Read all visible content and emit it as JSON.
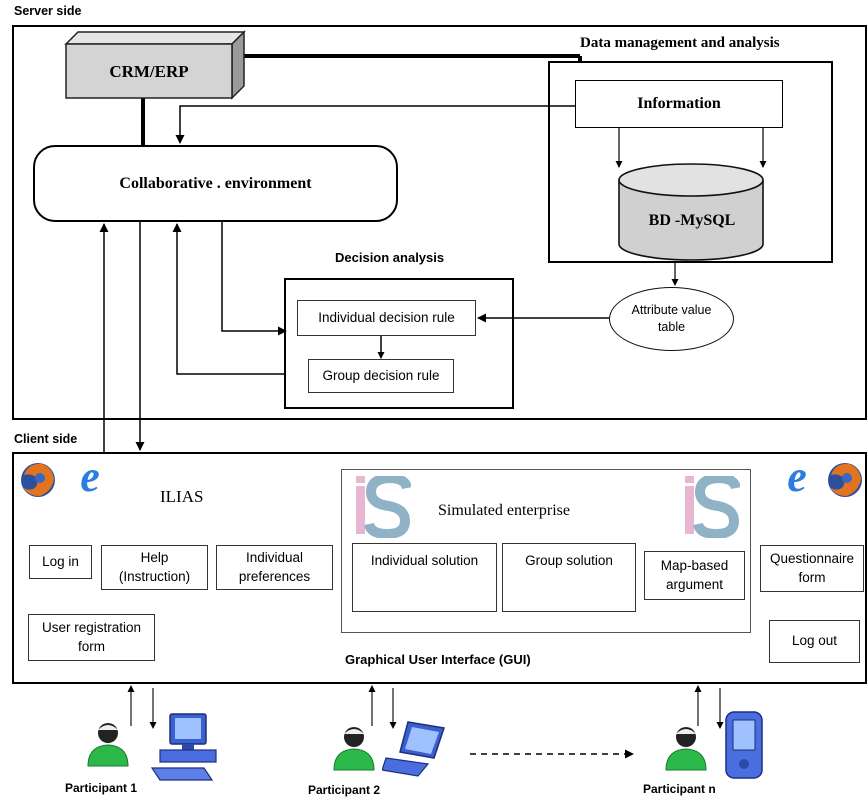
{
  "server": {
    "section_label": "Server side",
    "crm_label": "CRM/ERP",
    "collab_label": "Collaborative . environment",
    "dm_title": "Data management and analysis",
    "info_label": "Information",
    "db_label": "BD -MySQL",
    "attr_label": "Attribute value table",
    "decision_title": "Decision analysis",
    "indiv_rule": "Individual decision rule",
    "group_rule": "Group decision rule"
  },
  "client": {
    "section_label": "Client side",
    "ilias": "ILIAS",
    "login": "Log in",
    "help": "Help (Instruction)",
    "prefs": "Individual preferences",
    "registration": "User registration form",
    "sim_title": "Simulated enterprise",
    "indiv_solution": "Individual solution",
    "group_solution": "Group solution",
    "map_argument": "Map-based argument",
    "questionnaire": "Questionnaire form",
    "logout": "Log out",
    "gui_label": "Graphical User Interface (GUI)"
  },
  "participants": [
    {
      "name": "Participant 1",
      "device": "desktop-computer-icon"
    },
    {
      "name": "Participant 2",
      "device": "laptop-icon"
    },
    {
      "name": "Participant n",
      "device": "pda-icon"
    }
  ],
  "colors": {
    "crm_fill": "#d4d4d4",
    "db_fill": "#d0d0d0",
    "user_green": "#2db84a",
    "device_blue": "#3a5fd0",
    "is_logo_pink": "#e9b6d2",
    "is_logo_blue": "#8fb2c7"
  },
  "icons": [
    "firefox-icon",
    "internet-explorer-icon",
    "is-logo-icon",
    "user-icon",
    "desktop-computer-icon",
    "laptop-icon",
    "pda-icon"
  ]
}
